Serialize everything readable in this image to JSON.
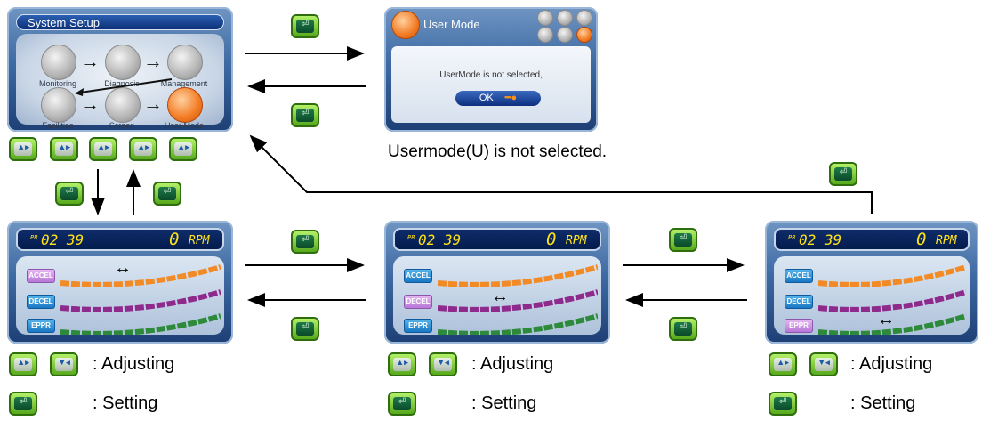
{
  "system_setup": {
    "title": "System Setup",
    "items": [
      {
        "label": "Monitoring",
        "icon": "monitoring-icon"
      },
      {
        "label": "Diagnosis",
        "icon": "diagnosis-icon"
      },
      {
        "label": "Management",
        "icon": "management-icon"
      },
      {
        "label": "Facilities",
        "icon": "facilities-icon"
      },
      {
        "label": "Screen",
        "icon": "screen-icon"
      },
      {
        "label": "User Mode",
        "icon": "user-mode-icon",
        "highlighted": true
      }
    ]
  },
  "user_mode_dialog": {
    "title": "User Mode",
    "message": "UserMode is not selected,",
    "ok_label": "OK"
  },
  "usermode_caption": "Usermode(U) is not selected.",
  "monitor_panel": {
    "lcd_left": "02 39",
    "lcd_prefix": "PR",
    "lcd_value": "0",
    "lcd_unit": "RPM",
    "modes": [
      "ACCEL",
      "DECEL",
      "EPPR"
    ]
  },
  "legend": {
    "adjusting": ": Adjusting",
    "setting": ": Setting"
  },
  "colors": {
    "accel": "#f28a26",
    "decel": "#8e2a8c",
    "eppr": "#2d8a3a",
    "key_green": "#57a81c",
    "highlight": "#f27a22"
  }
}
